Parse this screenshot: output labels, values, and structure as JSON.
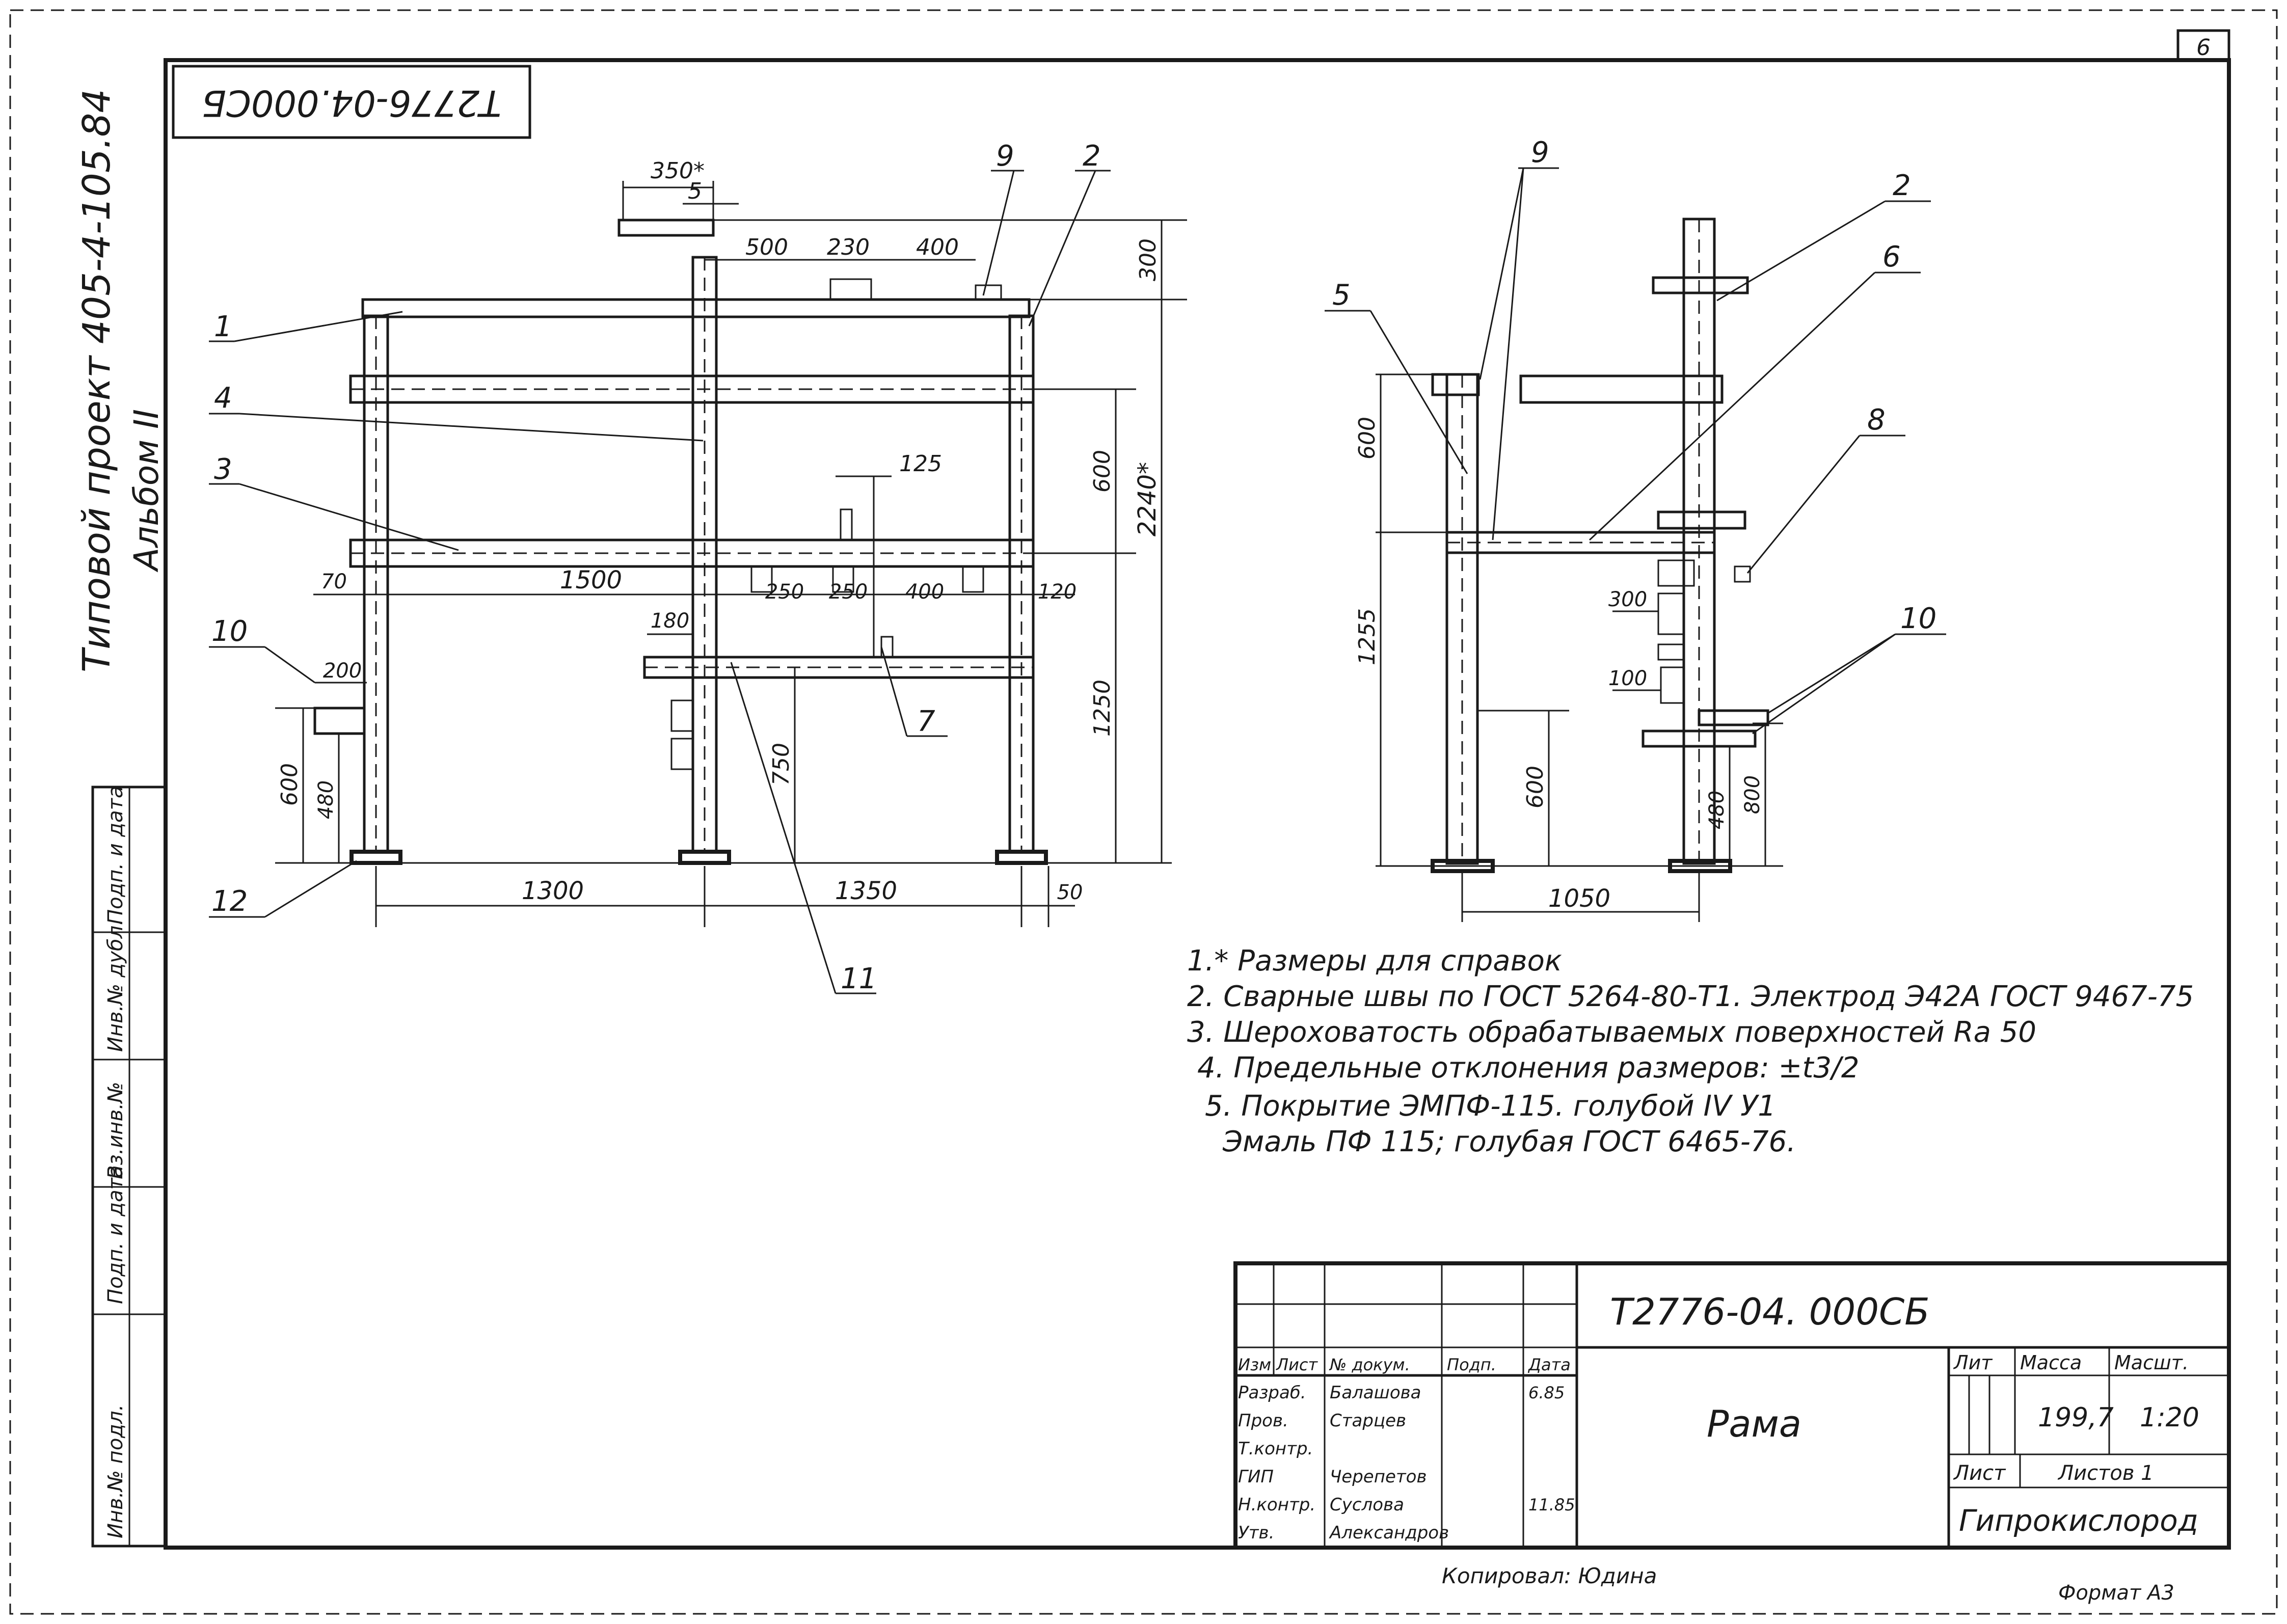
{
  "sheet_number": "6",
  "project": {
    "title": "Типовой проект 405-4-105.84",
    "album": "Альбом II"
  },
  "stamp_code": "Т2776-04.000СБ",
  "side_stamp": {
    "cells": [
      "Инв.№ подл.",
      "Подп. и дата",
      "Вз.инв.№",
      "Инв.№ дубл.",
      "Подп. и дата"
    ]
  },
  "notes": [
    "1.* Размеры для справок",
    "2. Сварные швы по ГОСТ 5264-80-Т1. Электрод Э42А ГОСТ 9467-75",
    "3. Шероховатость обрабатываемых поверхностей Ra 50",
    "4. Предельные отклонения размеров: ±t3/2",
    "5. Покрытие ЭМПФ-115. голубой IV У1",
    "Эмаль ПФ 115; голубая ГОСТ 6465-76."
  ],
  "front_view": {
    "dims": {
      "d350": "350*",
      "d5": "5",
      "d500": "500",
      "d230": "230",
      "d400a": "400",
      "d300": "300",
      "d2240": "2240*",
      "d600a": "600",
      "d125": "125",
      "d70": "70",
      "d1500": "1500",
      "d250a": "250",
      "d250b": "250",
      "d400b": "400",
      "d120": "120",
      "d1250": "1250",
      "d180": "180",
      "d200": "200",
      "d750": "750",
      "d600b": "600",
      "d480": "480",
      "d1300": "1300",
      "d1350": "1350",
      "d50": "50"
    },
    "callouts": {
      "c1": "1",
      "c2": "2",
      "c3": "3",
      "c4": "4",
      "c7": "7",
      "c9": "9",
      "c10": "10",
      "c11": "11",
      "c12": "12"
    }
  },
  "side_view": {
    "dims": {
      "d600a": "600",
      "d1255": "1255",
      "d300": "300",
      "d100": "100",
      "d600b": "600",
      "d480": "480",
      "d800": "800",
      "d1050": "1050"
    },
    "callouts": {
      "c2": "2",
      "c5": "5",
      "c6": "6",
      "c8": "8",
      "c9": "9",
      "c10": "10"
    }
  },
  "title_block": {
    "designation": "Т2776-04. 000СБ",
    "name": "Рама",
    "headers": {
      "izm": "Изм",
      "list": "Лист",
      "doc": "№ докум.",
      "sign": "Подп.",
      "date": "Дата"
    },
    "roles": [
      "Разраб.",
      "Пров.",
      "Т.контр.",
      "ГИП",
      "Н.контр.",
      "Утв."
    ],
    "people": [
      "Балашова",
      "Старцев",
      "",
      "Черепетов",
      "Суслова",
      "Александров"
    ],
    "dates": [
      "6.85",
      "",
      "",
      "",
      "11.85",
      ""
    ],
    "lit_label": "Лит",
    "mass_label": "Масса",
    "scale_label": "Масшт.",
    "mass": "199,7",
    "scale": "1:20",
    "sheet_label": "Лист",
    "sheets_label": "Листов 1",
    "org": "Гипрокислород"
  },
  "footer": {
    "copied": "Копировал: Юдина",
    "format": "Формат А3"
  }
}
